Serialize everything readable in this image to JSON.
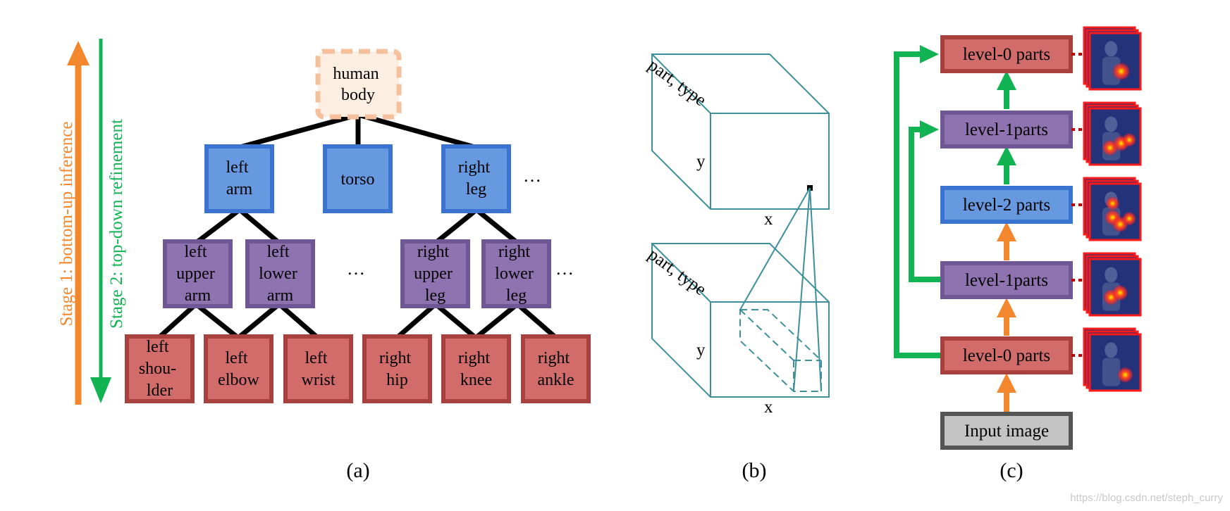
{
  "panel_a": {
    "caption": "(a)",
    "stage1": "Stage 1: bottom-up inference",
    "stage2": "Stage 2: top-down refinement",
    "root": [
      "human",
      "body"
    ],
    "level1": [
      [
        "left",
        "arm"
      ],
      [
        "torso"
      ],
      [
        "right",
        "leg"
      ]
    ],
    "level2": [
      [
        "left",
        "upper",
        "arm"
      ],
      [
        "left",
        "lower",
        "arm"
      ],
      [
        "right",
        "upper",
        "leg"
      ],
      [
        "right",
        "lower",
        "leg"
      ]
    ],
    "level3": [
      [
        "left",
        "shou-",
        "lder"
      ],
      [
        "left",
        "elbow"
      ],
      [
        "left",
        "wrist"
      ],
      [
        "right",
        "hip"
      ],
      [
        "right",
        "knee"
      ],
      [
        "right",
        "ankle"
      ]
    ],
    "ellipsis": "…"
  },
  "panel_b": {
    "caption": "(b)",
    "axis_part": "part, type",
    "axis_y": "y",
    "axis_x": "x"
  },
  "panel_c": {
    "caption": "(c)",
    "boxes": [
      "level-0 parts",
      "level-1parts",
      "level-2 parts",
      "level-1parts",
      "level-0 parts",
      "Input image"
    ]
  },
  "watermark": "https://blog.csdn.net/steph_curry",
  "colors": {
    "red_fill": "#d16c6b",
    "red_stroke": "#a8403e",
    "purple_fill": "#8f73b0",
    "purple_stroke": "#6f5694",
    "blue_fill": "#6699e0",
    "blue_stroke": "#3a73d0",
    "peach_fill": "#fdeee2",
    "peach_stroke": "#f6c09c",
    "orange": "#f2872e",
    "green": "#12b353",
    "teal": "#3d8f9a",
    "gray_fill": "#c4c4c4",
    "gray_stroke": "#555555"
  }
}
